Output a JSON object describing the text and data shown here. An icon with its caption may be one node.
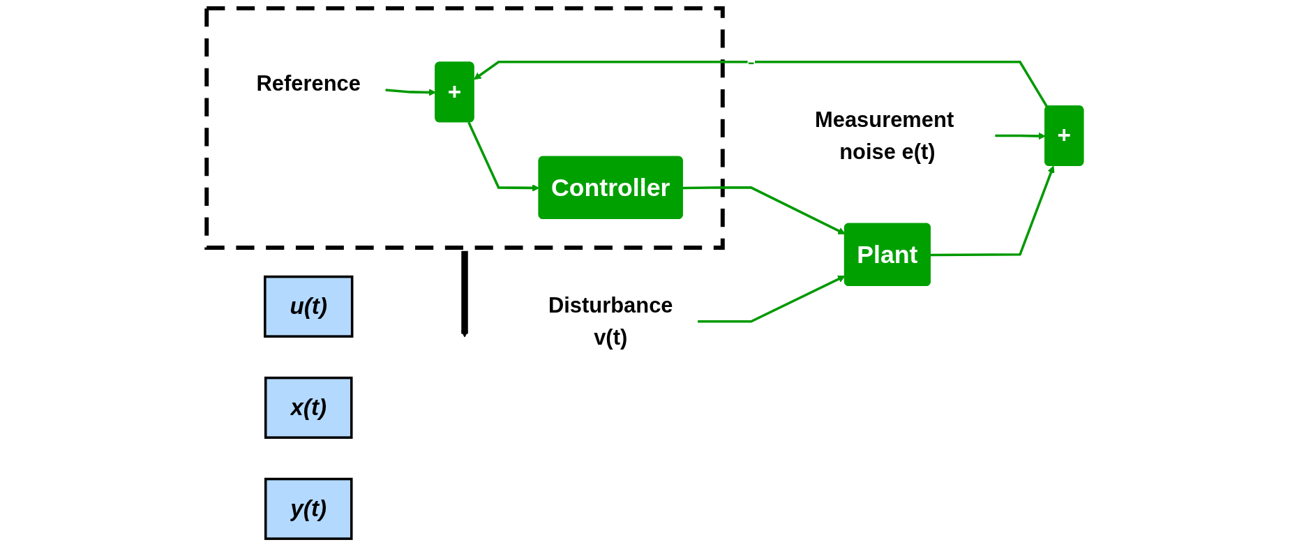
{
  "diagram": {
    "nodes": [
      {
        "text": [],
        "shape": "box"
      },
      {
        "text": [
          "Reference"
        ],
        "in": 0
      },
      {
        "text": [
          "+"
        ],
        "in": 0
      },
      {
        "text": [
          "Controller"
        ],
        "in": 0
      },
      {
        "text": [
          "u(t)"
        ]
      },
      {
        "text": [
          "Disturbance",
          "v(t)"
        ]
      },
      {
        "text": [
          "Plant"
        ]
      },
      {
        "text": [
          "x(t)"
        ]
      },
      {
        "text": [
          "+"
        ]
      },
      {
        "text": [
          "y(t)"
        ]
      },
      {
        "text": [
          "Measurement noise e(t)"
        ]
      }
    ],
    "edges": [
      {
        "from": 1,
        "to": 2,
        "arrow": "to"
      },
      {
        "from": 2,
        "to": 3,
        "arrow": "to"
      },
      {
        "from": 3,
        "to": 6,
        "arrow": "to"
      },
      {
        "from": 5,
        "to": 6,
        "arrow": "to"
      },
      {
        "from": 6,
        "to": 8,
        "arrow": "to"
      },
      {
        "from": 10,
        "to": 8,
        "arrow": "to"
      },
      {
        "from": 8,
        "to": 2,
        "arrow": "to",
        "label": "-"
      },
      {
        "from": 0,
        "to": null,
        "arrow": "to",
        "style": "thick",
        "color": "#000000"
      }
    ]
  }
}
